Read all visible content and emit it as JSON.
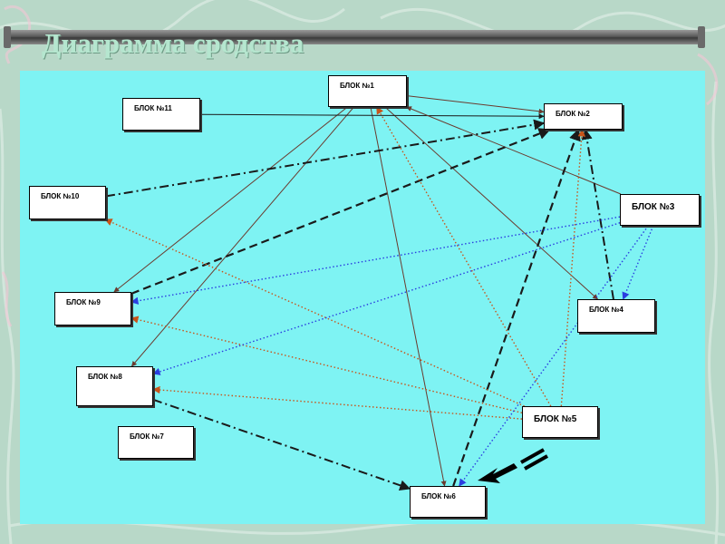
{
  "title": "Диаграмма сродства",
  "colors": {
    "background": "#b8d8c8",
    "panel": "#7ef3f3",
    "edge_brown": "#6b3a2e",
    "edge_dark": "#1a1a1a",
    "edge_orange": "#c8541a",
    "edge_blue": "#2b3fe0"
  },
  "blocks": [
    {
      "id": "b1",
      "label": "БЛОК №1"
    },
    {
      "id": "b2",
      "label": "БЛОК №2"
    },
    {
      "id": "b3",
      "label": "БЛОК №3"
    },
    {
      "id": "b4",
      "label": "БЛОК №4"
    },
    {
      "id": "b5",
      "label": "БЛОК №5"
    },
    {
      "id": "b6",
      "label": "БЛОК №6"
    },
    {
      "id": "b7",
      "label": "БЛОК №7"
    },
    {
      "id": "b8",
      "label": "БЛОК №8"
    },
    {
      "id": "b9",
      "label": "БЛОК №9"
    },
    {
      "id": "b10",
      "label": "БЛОК №10"
    },
    {
      "id": "b11",
      "label": "БЛОК №11"
    }
  ],
  "edges": [
    {
      "from": "b1",
      "to": "b2",
      "style": "solid",
      "color": "edge_brown"
    },
    {
      "from": "b1",
      "to": "b4",
      "style": "solid",
      "color": "edge_brown"
    },
    {
      "from": "b1",
      "to": "b6",
      "style": "solid",
      "color": "edge_brown"
    },
    {
      "from": "b1",
      "to": "b8",
      "style": "solid",
      "color": "edge_brown"
    },
    {
      "from": "b1",
      "to": "b9",
      "style": "solid",
      "color": "edge_brown"
    },
    {
      "from": "b11",
      "to": "b2",
      "style": "solid",
      "color": "edge_dark"
    },
    {
      "from": "b3",
      "to": "b1",
      "style": "solid",
      "color": "edge_brown"
    },
    {
      "from": "b10",
      "to": "b2",
      "style": "dashdot",
      "color": "edge_dark"
    },
    {
      "from": "b9",
      "to": "b2",
      "style": "dashed",
      "color": "edge_dark"
    },
    {
      "from": "b4",
      "to": "b2",
      "style": "dashdot",
      "color": "edge_dark"
    },
    {
      "from": "b6",
      "to": "b2",
      "style": "dashed",
      "color": "edge_dark"
    },
    {
      "from": "b8",
      "to": "b6",
      "style": "dashdot",
      "color": "edge_dark"
    },
    {
      "from": "b5",
      "to": "b1",
      "style": "dotted",
      "color": "edge_orange"
    },
    {
      "from": "b5",
      "to": "b2",
      "style": "dotted",
      "color": "edge_orange"
    },
    {
      "from": "b5",
      "to": "b10",
      "style": "dotted",
      "color": "edge_orange"
    },
    {
      "from": "b5",
      "to": "b9",
      "style": "dotted",
      "color": "edge_orange"
    },
    {
      "from": "b5",
      "to": "b8",
      "style": "dotted",
      "color": "edge_orange"
    },
    {
      "from": "b3",
      "to": "b9",
      "style": "dotted",
      "color": "edge_blue"
    },
    {
      "from": "b3",
      "to": "b8",
      "style": "dotted",
      "color": "edge_blue"
    },
    {
      "from": "b3",
      "to": "b6",
      "style": "dotted",
      "color": "edge_blue"
    },
    {
      "from": "b3",
      "to": "b4",
      "style": "dotted",
      "color": "edge_blue"
    }
  ]
}
